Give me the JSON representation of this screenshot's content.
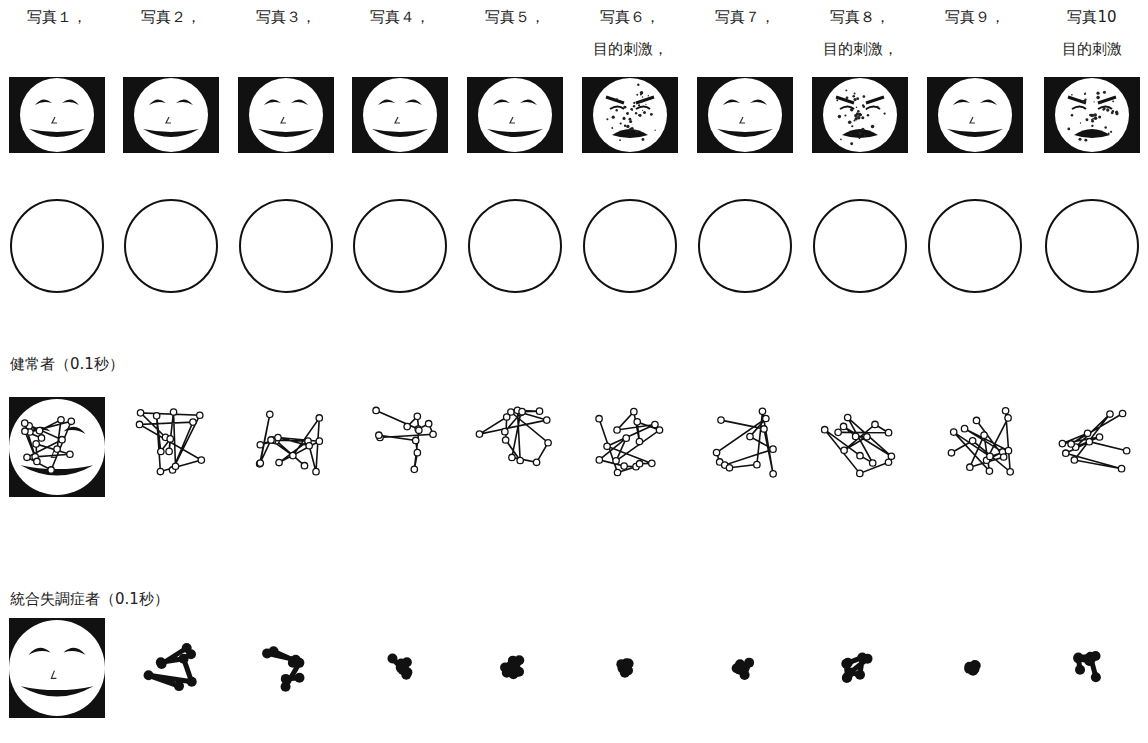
{
  "diagram": {
    "labels": [
      "写真１，",
      "写真２，",
      "写真３，",
      "写真４，",
      "写真５，",
      "写真６，",
      "目的刺激，",
      "写真７，",
      "写真８，",
      "目的刺激，",
      "写真９，",
      "写真10",
      "目的刺激",
      "健常者（0.1秒）",
      "統合失調症者（0.1秒）"
    ]
  }
}
